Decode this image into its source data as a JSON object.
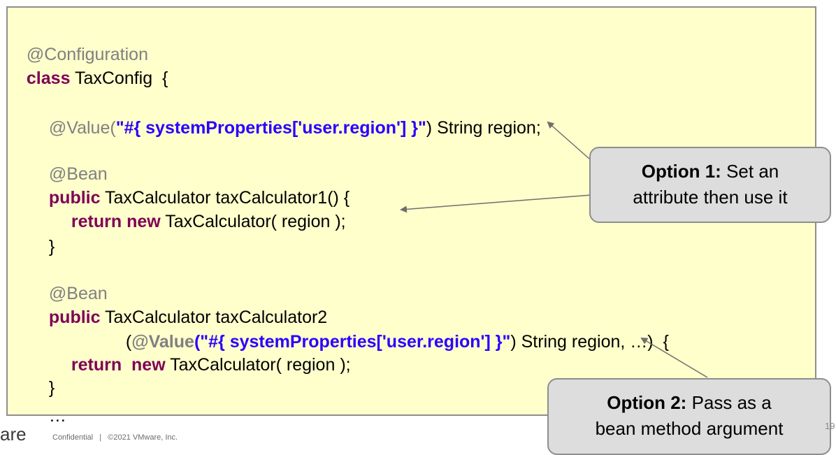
{
  "code": {
    "l1_anno": "@Configuration",
    "l2_kw": "class",
    "l2_rest": " TaxConfig  {",
    "l3_anno": "@Value(",
    "l3_str": "\"#{ systemProperties['user.region'] }\"",
    "l3_rest": ") String region;",
    "l4_anno": "@Bean",
    "l5_kw": "public",
    "l5_rest": " TaxCalculator taxCalculator1() {",
    "l6_kw": "return new",
    "l6_rest": " TaxCalculator( region );",
    "l7": "}",
    "l8_anno": "@Bean",
    "l9_kw": "public",
    "l9_rest": " TaxCalculator taxCalculator2",
    "l10_open": "(",
    "l10_anno": "@Value",
    "l10_paren": "(",
    "l10_str": "\"#{ systemProperties['user.region'] }\"",
    "l10_rest": ") String region, …)  {",
    "l11_kw": "return  new",
    "l11_rest": " TaxCalculator( region );",
    "l12": "}",
    "l13": "…"
  },
  "callouts": {
    "option1_bold": "Option 1:",
    "option1_line1": " Set an",
    "option1_line2": "attribute then use it",
    "option2_bold": "Option 2:",
    "option2_line1": "  Pass as a",
    "option2_line2": "bean method argument"
  },
  "footer": {
    "logo_fragment": "are",
    "confidential": "Confidential   |   ©2021 VMware, Inc.",
    "page_number": "19"
  }
}
